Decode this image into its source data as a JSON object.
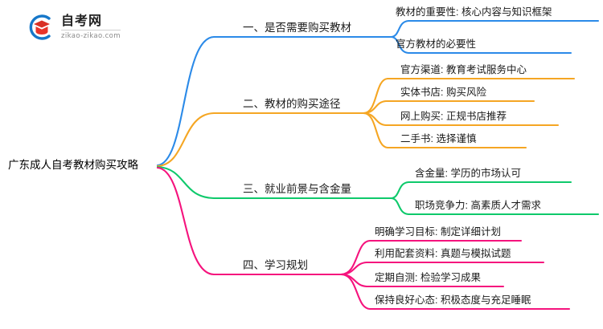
{
  "logo": {
    "title": "自考网",
    "subtitle": "zikao-zikao.com",
    "mark_name": "graduation-cap-logo"
  },
  "mindmap": {
    "root": {
      "label": "广东成人自考教材购买攻略"
    },
    "branches": [
      {
        "label": "一、是否需要购买教材",
        "color": "#2b8ae8",
        "children": [
          {
            "label": "教材的重要性: 核心内容与知识框架"
          },
          {
            "label": "官方教材的必要性"
          }
        ]
      },
      {
        "label": "二、教材的购买途径",
        "color": "#f5a623",
        "children": [
          {
            "label": "官方渠道: 教育考试服务中心"
          },
          {
            "label": "实体书店: 购买风险"
          },
          {
            "label": "网上购买: 正规书店推荐"
          },
          {
            "label": "二手书: 选择谨慎"
          }
        ]
      },
      {
        "label": "三、就业前景与含金量",
        "color": "#0ec96b",
        "children": [
          {
            "label": "含金量: 学历的市场认可"
          },
          {
            "label": "职场竞争力: 高素质人才需求"
          }
        ]
      },
      {
        "label": "四、学习规划",
        "color": "#f5137d",
        "children": [
          {
            "label": "明确学习目标: 制定详细计划"
          },
          {
            "label": "利用配套资料: 真题与模拟试题"
          },
          {
            "label": "定期自测: 检验学习成果"
          },
          {
            "label": "保持良好心态: 积极态度与充足睡眠"
          }
        ]
      }
    ]
  },
  "colors": {
    "branch_1": "#2b8ae8",
    "branch_2": "#f5a623",
    "branch_3": "#0ec96b",
    "branch_4": "#f5137d",
    "text": "#1a1a1a",
    "background": "#ffffff"
  }
}
